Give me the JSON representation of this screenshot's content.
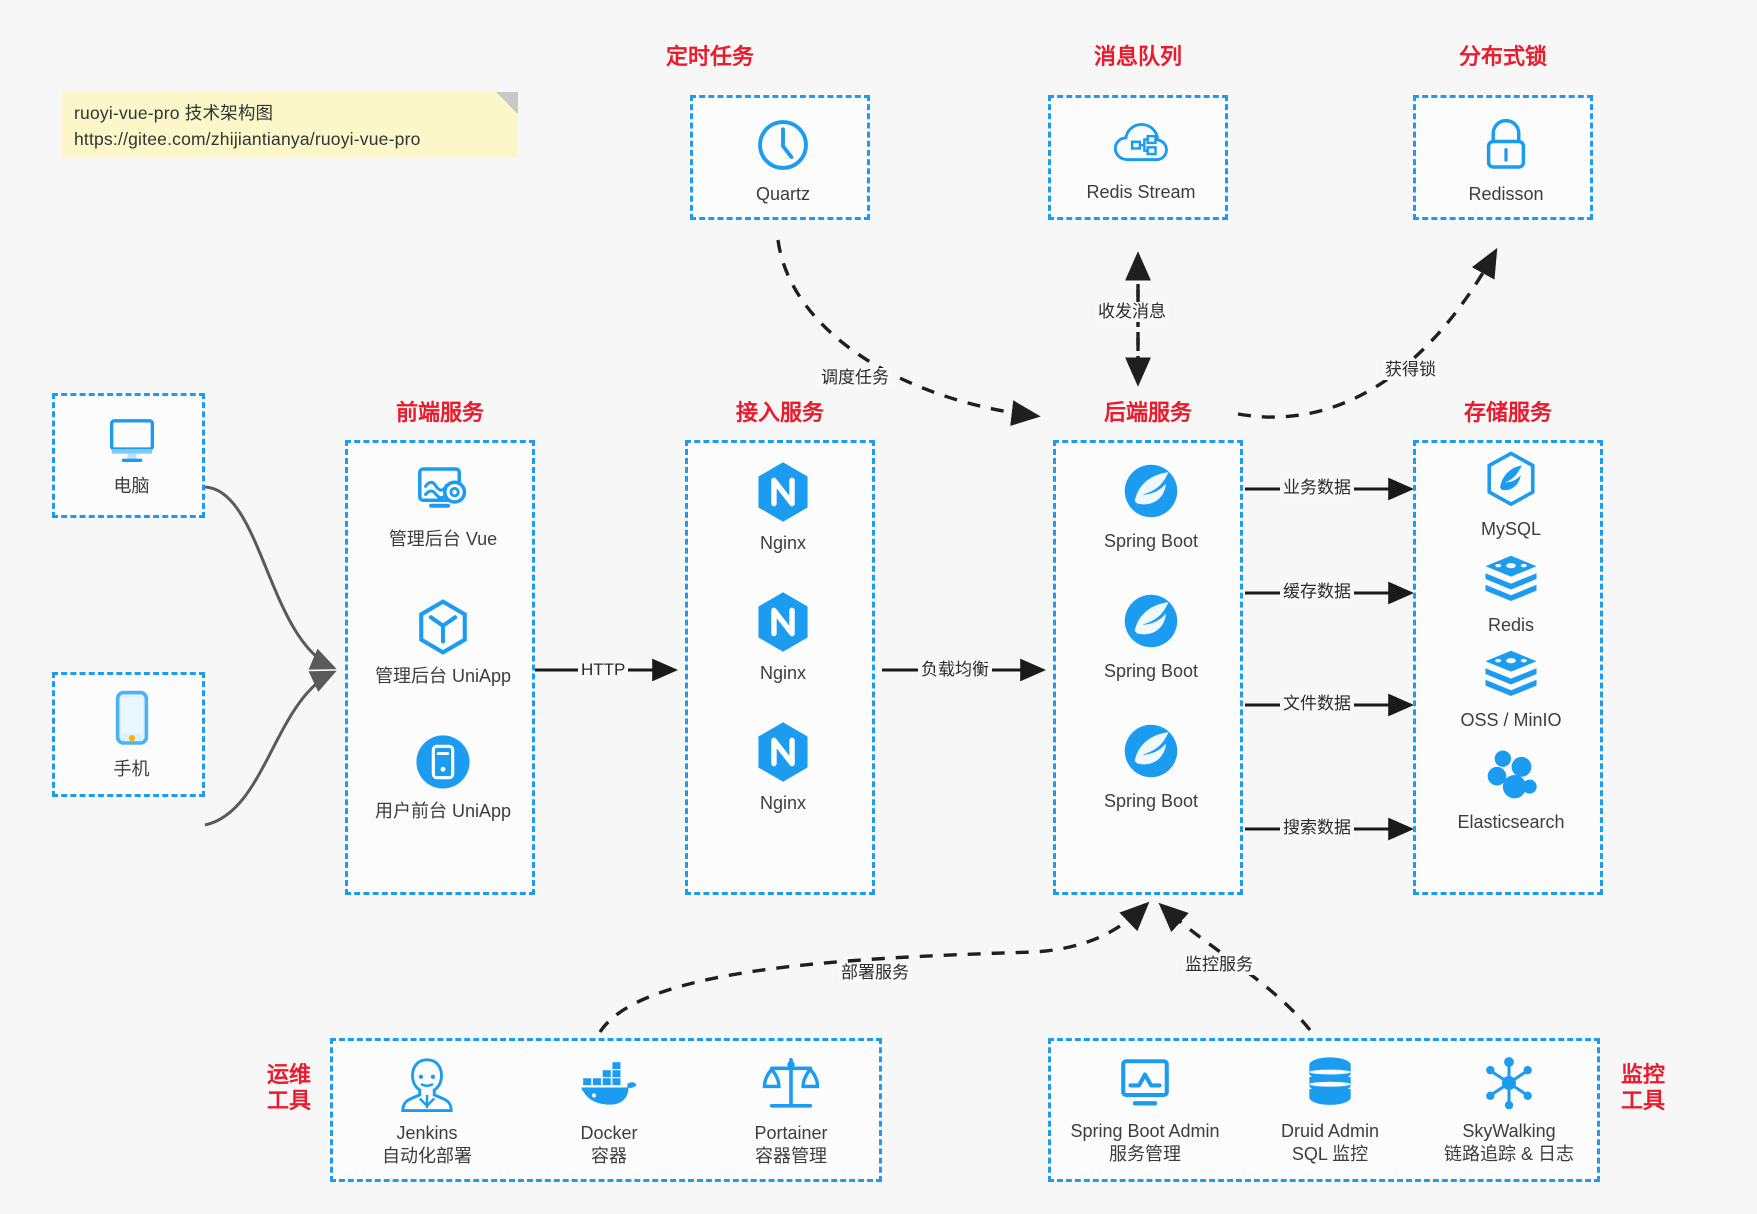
{
  "note": {
    "line1": "ruoyi-vue-pro 技术架构图",
    "line2": "https://gitee.com/zhijiantianya/ruoyi-vue-pro"
  },
  "colors": {
    "accent_blue": "#1c9cf0",
    "title_red": "#ea1b2d",
    "background": "#f7f7f7",
    "node_text": "#3d3d3d",
    "arrow_solid": "#1a1a1a",
    "arrow_grey": "#5a5a5a"
  },
  "groups": {
    "scheduled_task": {
      "title": "定时任务",
      "nodes": [
        {
          "label": "Quartz",
          "icon": "clock-icon"
        }
      ]
    },
    "message_queue": {
      "title": "消息队列",
      "nodes": [
        {
          "label": "Redis Stream",
          "icon": "cloud-stream-icon"
        }
      ]
    },
    "distributed_lock": {
      "title": "分布式锁",
      "nodes": [
        {
          "label": "Redisson",
          "icon": "lock-icon"
        }
      ]
    },
    "clients": {
      "nodes": [
        {
          "label": "电脑",
          "icon": "desktop-monitor-icon"
        },
        {
          "label": "手机",
          "icon": "mobile-phone-icon"
        }
      ]
    },
    "frontend": {
      "title": "前端服务",
      "nodes": [
        {
          "label": "管理后台 Vue",
          "icon": "dashboard-gear-icon"
        },
        {
          "label": "管理后台 UniApp",
          "icon": "cube-y-icon"
        },
        {
          "label": "用户前台 UniApp",
          "icon": "mobile-circle-icon"
        }
      ]
    },
    "gateway": {
      "title": "接入服务",
      "nodes": [
        {
          "label": "Nginx",
          "icon": "nginx-icon"
        },
        {
          "label": "Nginx",
          "icon": "nginx-icon"
        },
        {
          "label": "Nginx",
          "icon": "nginx-icon"
        }
      ]
    },
    "backend": {
      "title": "后端服务",
      "nodes": [
        {
          "label": "Spring Boot",
          "icon": "spring-leaf-icon"
        },
        {
          "label": "Spring Boot",
          "icon": "spring-leaf-icon"
        },
        {
          "label": "Spring Boot",
          "icon": "spring-leaf-icon"
        }
      ]
    },
    "storage": {
      "title": "存储服务",
      "nodes": [
        {
          "label": "MySQL",
          "icon": "mysql-dolphin-icon"
        },
        {
          "label": "Redis",
          "icon": "redis-stack-icon"
        },
        {
          "label": "OSS / MinIO",
          "icon": "redis-stack-icon"
        },
        {
          "label": "Elasticsearch",
          "icon": "elasticsearch-icon"
        }
      ]
    },
    "devops": {
      "title_line1": "运维",
      "title_line2": "工具",
      "nodes": [
        {
          "label": "Jenkins",
          "sub": "自动化部署",
          "icon": "jenkins-butler-icon"
        },
        {
          "label": "Docker",
          "sub": "容器",
          "icon": "docker-whale-icon"
        },
        {
          "label": "Portainer",
          "sub": "容器管理",
          "icon": "scales-balance-icon"
        }
      ]
    },
    "monitoring": {
      "title_line1": "监控",
      "title_line2": "工具",
      "nodes": [
        {
          "label": "Spring Boot Admin",
          "sub": "服务管理",
          "icon": "monitor-chart-icon"
        },
        {
          "label": "Druid Admin",
          "sub": "SQL 监控",
          "icon": "database-cylinder-icon"
        },
        {
          "label": "SkyWalking",
          "sub": "链路追踪 & 日志",
          "icon": "node-network-icon"
        }
      ]
    }
  },
  "edges": [
    {
      "id": "http",
      "label": "HTTP"
    },
    {
      "id": "load-balance",
      "label": "负载均衡"
    },
    {
      "id": "schedule-task",
      "label": "调度任务"
    },
    {
      "id": "send-receive-message",
      "label": "收发消息"
    },
    {
      "id": "acquire-lock",
      "label": "获得锁"
    },
    {
      "id": "business-data",
      "label": "业务数据"
    },
    {
      "id": "cache-data",
      "label": "缓存数据"
    },
    {
      "id": "file-data",
      "label": "文件数据"
    },
    {
      "id": "search-data",
      "label": "搜索数据"
    },
    {
      "id": "deploy-service",
      "label": "部署服务"
    },
    {
      "id": "monitor-service",
      "label": "监控服务"
    }
  ]
}
